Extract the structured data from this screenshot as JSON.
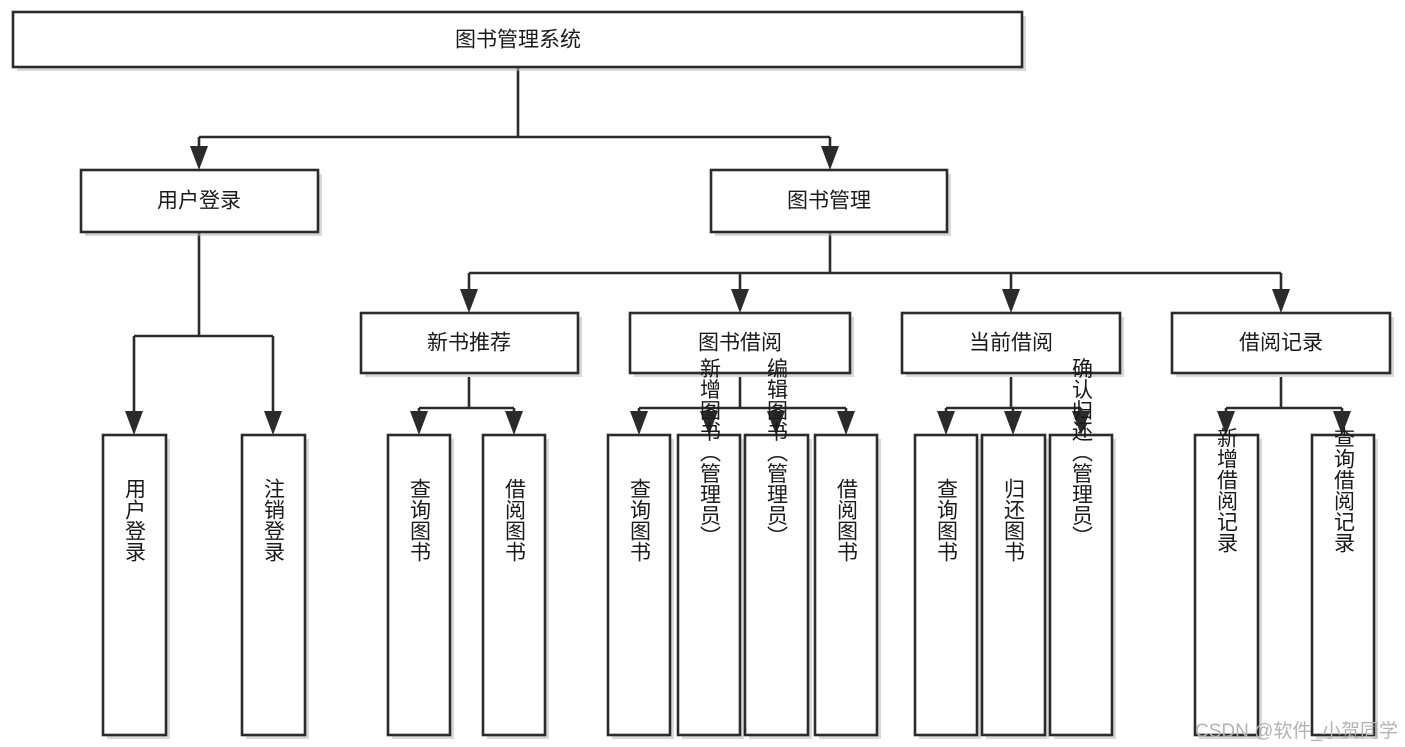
{
  "diagram": {
    "title": "图书管理系统",
    "type": "tree-hierarchy-chart",
    "root": {
      "id": "root",
      "label": "图书管理系统"
    },
    "level1": [
      {
        "id": "user-login",
        "label": "用户登录"
      },
      {
        "id": "book-manage",
        "label": "图书管理"
      }
    ],
    "level2": [
      {
        "id": "new-book-rec",
        "label": "新书推荐",
        "parent": "book-manage"
      },
      {
        "id": "book-borrow",
        "label": "图书借阅",
        "parent": "book-manage"
      },
      {
        "id": "current-borrow",
        "label": "当前借阅",
        "parent": "book-manage"
      },
      {
        "id": "borrow-record",
        "label": "借阅记录",
        "parent": "book-manage"
      }
    ],
    "leaves": [
      {
        "id": "leaf-user-login",
        "label": "用户登录",
        "parent": "user-login"
      },
      {
        "id": "leaf-logout-login",
        "label": "注销登录",
        "parent": "user-login"
      },
      {
        "id": "leaf-query-book-1",
        "label": "查询图书",
        "parent": "new-book-rec"
      },
      {
        "id": "leaf-borrow-book-1",
        "label": "借阅图书",
        "parent": "new-book-rec"
      },
      {
        "id": "leaf-query-book-2",
        "label": "查询图书",
        "parent": "book-borrow"
      },
      {
        "id": "leaf-add-book",
        "label": "新增图书（管理员）",
        "parent": "book-borrow"
      },
      {
        "id": "leaf-edit-book",
        "label": "编辑图书（管理员）",
        "parent": "book-borrow"
      },
      {
        "id": "leaf-borrow-book-2",
        "label": "借阅图书",
        "parent": "book-borrow"
      },
      {
        "id": "leaf-query-book-3",
        "label": "查询图书",
        "parent": "current-borrow"
      },
      {
        "id": "leaf-return-book",
        "label": "归还图书",
        "parent": "current-borrow"
      },
      {
        "id": "leaf-confirm-return",
        "label": "确认归还（管理员）",
        "parent": "current-borrow"
      },
      {
        "id": "leaf-add-record",
        "label": "新增借阅记录",
        "parent": "borrow-record"
      },
      {
        "id": "leaf-query-record",
        "label": "查询借阅记录",
        "parent": "borrow-record"
      }
    ],
    "watermark": "CSDN @软件_小贺同学",
    "colors": {
      "stroke": "#2b2b2b",
      "fill": "#ffffff",
      "text": "#1a1a1a",
      "shadow": "#b9b9b9",
      "watermark": "#b3b3b3",
      "background": "#ffffff"
    }
  }
}
